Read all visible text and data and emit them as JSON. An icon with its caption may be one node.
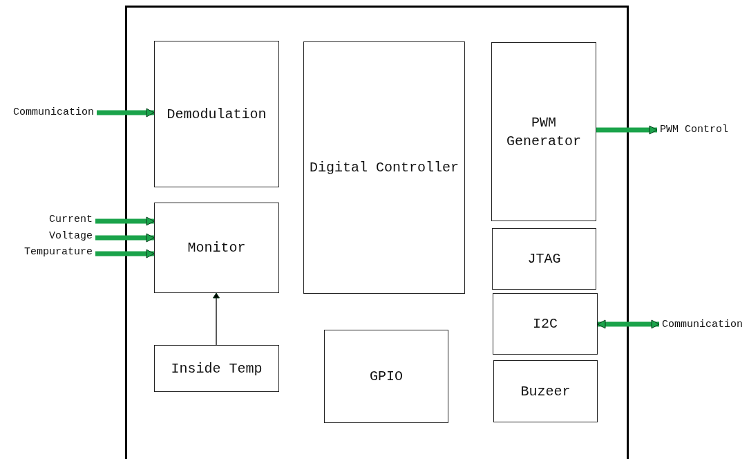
{
  "diagram": {
    "nodes": [
      {
        "text": [],
        "shape": "box"
      },
      {
        "text": [
          "Communication"
        ]
      },
      {
        "text": [
          "Demodulation"
        ],
        "in": 0
      },
      {
        "text": [
          "Digital Controller"
        ],
        "in": 0
      },
      {
        "text": [
          "PWM Generator"
        ],
        "in": 0
      },
      {
        "text": [
          "PWM Control"
        ]
      },
      {
        "text": [
          "Current"
        ]
      },
      {
        "text": [
          "Voltage"
        ]
      },
      {
        "text": [
          "Tempurature"
        ]
      },
      {
        "text": [
          "Monitor"
        ],
        "in": 0
      },
      {
        "text": [
          "JTAG"
        ],
        "in": 0
      },
      {
        "text": [
          "I2C"
        ],
        "in": 0
      },
      {
        "text": [
          "Communication"
        ]
      },
      {
        "text": [
          "Inside Temp"
        ],
        "in": 0
      },
      {
        "text": [
          "GPIO"
        ],
        "in": 0
      },
      {
        "text": [
          "Buzeer"
        ],
        "in": 0
      }
    ],
    "edges": [
      {
        "from": 1,
        "to": 2,
        "arrow": "to"
      },
      {
        "from": 4,
        "to": 5,
        "arrow": "to"
      },
      {
        "from": 6,
        "to": 9,
        "arrow": "to"
      },
      {
        "from": 7,
        "to": 9,
        "arrow": "to"
      },
      {
        "from": 8,
        "to": 9,
        "arrow": "to"
      },
      {
        "from": 11,
        "to": 12,
        "arrow": "both"
      },
      {
        "from": 13,
        "to": 9,
        "arrow": "to",
        "color": "#000000"
      }
    ]
  }
}
